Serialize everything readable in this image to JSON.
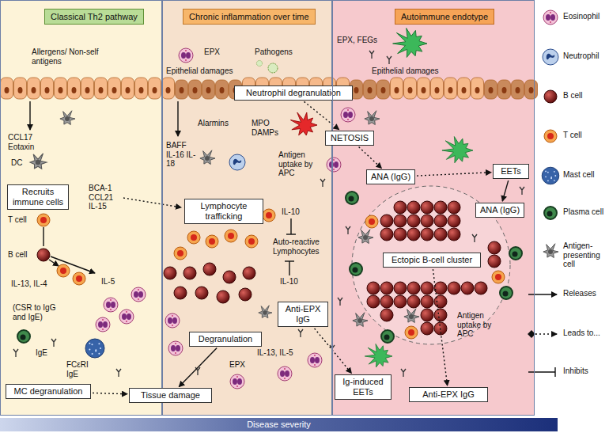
{
  "diagram": {
    "nodes": [
      {
        "text": [
          "Classical Th2 pathway"
        ]
      },
      {
        "text": [
          "Recruits immune cells"
        ],
        "in": 0
      },
      {
        "text": [
          "MC degranulation"
        ],
        "in": 0
      },
      {
        "text": [
          "Chronic inflammation over time"
        ]
      },
      {
        "text": [
          "Neutrophil degranulation"
        ]
      },
      {
        "text": [
          "Lymphocyte trafficking"
        ],
        "in": 3
      },
      {
        "text": [
          "Anti-EPX IgG"
        ],
        "in": 3
      },
      {
        "text": [
          "Degranulation"
        ],
        "in": 3
      },
      {
        "text": [
          "Tissue damage"
        ]
      },
      {
        "text": [
          "Autoimmune endotype"
        ]
      },
      {
        "text": [
          "NETOSIS"
        ]
      },
      {
        "text": [
          "ANA (IgG)"
        ],
        "in": 9
      },
      {
        "text": [
          "EETs"
        ],
        "in": 9
      },
      {
        "text": [
          "ANA (IgG)"
        ],
        "in": 9
      },
      {
        "text": [
          "Ectopic B-cell cluster"
        ],
        "in": 9
      },
      {
        "text": [
          "Ig-induced EETs"
        ],
        "in": 9
      },
      {
        "text": [
          "Anti-EPX IgG"
        ],
        "in": 9
      },
      {
        "text": [
          "Disease severity"
        ]
      }
    ],
    "edges": [
      {
        "from": 2,
        "to": 8,
        "arrow": "to"
      },
      {
        "from": 7,
        "to": 8,
        "arrow": "to"
      },
      {
        "from": 4,
        "to": 10,
        "arrow": "to"
      },
      {
        "from": 10,
        "to": 11,
        "arrow": "to"
      },
      {
        "from": 11,
        "to": 12,
        "arrow": "to"
      },
      {
        "from": 12,
        "to": 13,
        "arrow": "to"
      },
      {
        "from": 6,
        "to": 15,
        "arrow": "to"
      },
      {
        "from": 14,
        "to": 16,
        "arrow": "to"
      }
    ],
    "labels": [
      "Allergens/ Non-self antigens",
      "CCL17 Eotaxin",
      "DC",
      "T cell",
      "B cell",
      "BCA-1 CCL21 IL-15",
      "IL-13, IL-4",
      "(CSR to IgG and IgE)",
      "IL-5",
      "IgE",
      "FCεRI IgE",
      "EPX",
      "Pathogens",
      "Epithelial damages",
      "Alarmins",
      "BAFF IL-16 IL-18",
      "MPO DAMPs",
      "Antigen uptake by APC",
      "IL-10",
      "Auto-reactive Lymphocytes",
      "IL-10",
      "EPX",
      "IL-13, IL-5",
      "EPX, FEGs",
      "Epithelial damages",
      "Antigen uptake by APC"
    ],
    "legend": [
      {
        "text": "Eosinophil"
      },
      {
        "text": "Neutrophil"
      },
      {
        "text": "B cell"
      },
      {
        "text": "T cell"
      },
      {
        "text": "Mast cell"
      },
      {
        "text": "Plasma cell"
      },
      {
        "text": "Antigen-presenting cell"
      },
      {
        "text": "Releases"
      },
      {
        "text": "Leads to..."
      },
      {
        "text": "Inhibits"
      }
    ]
  }
}
